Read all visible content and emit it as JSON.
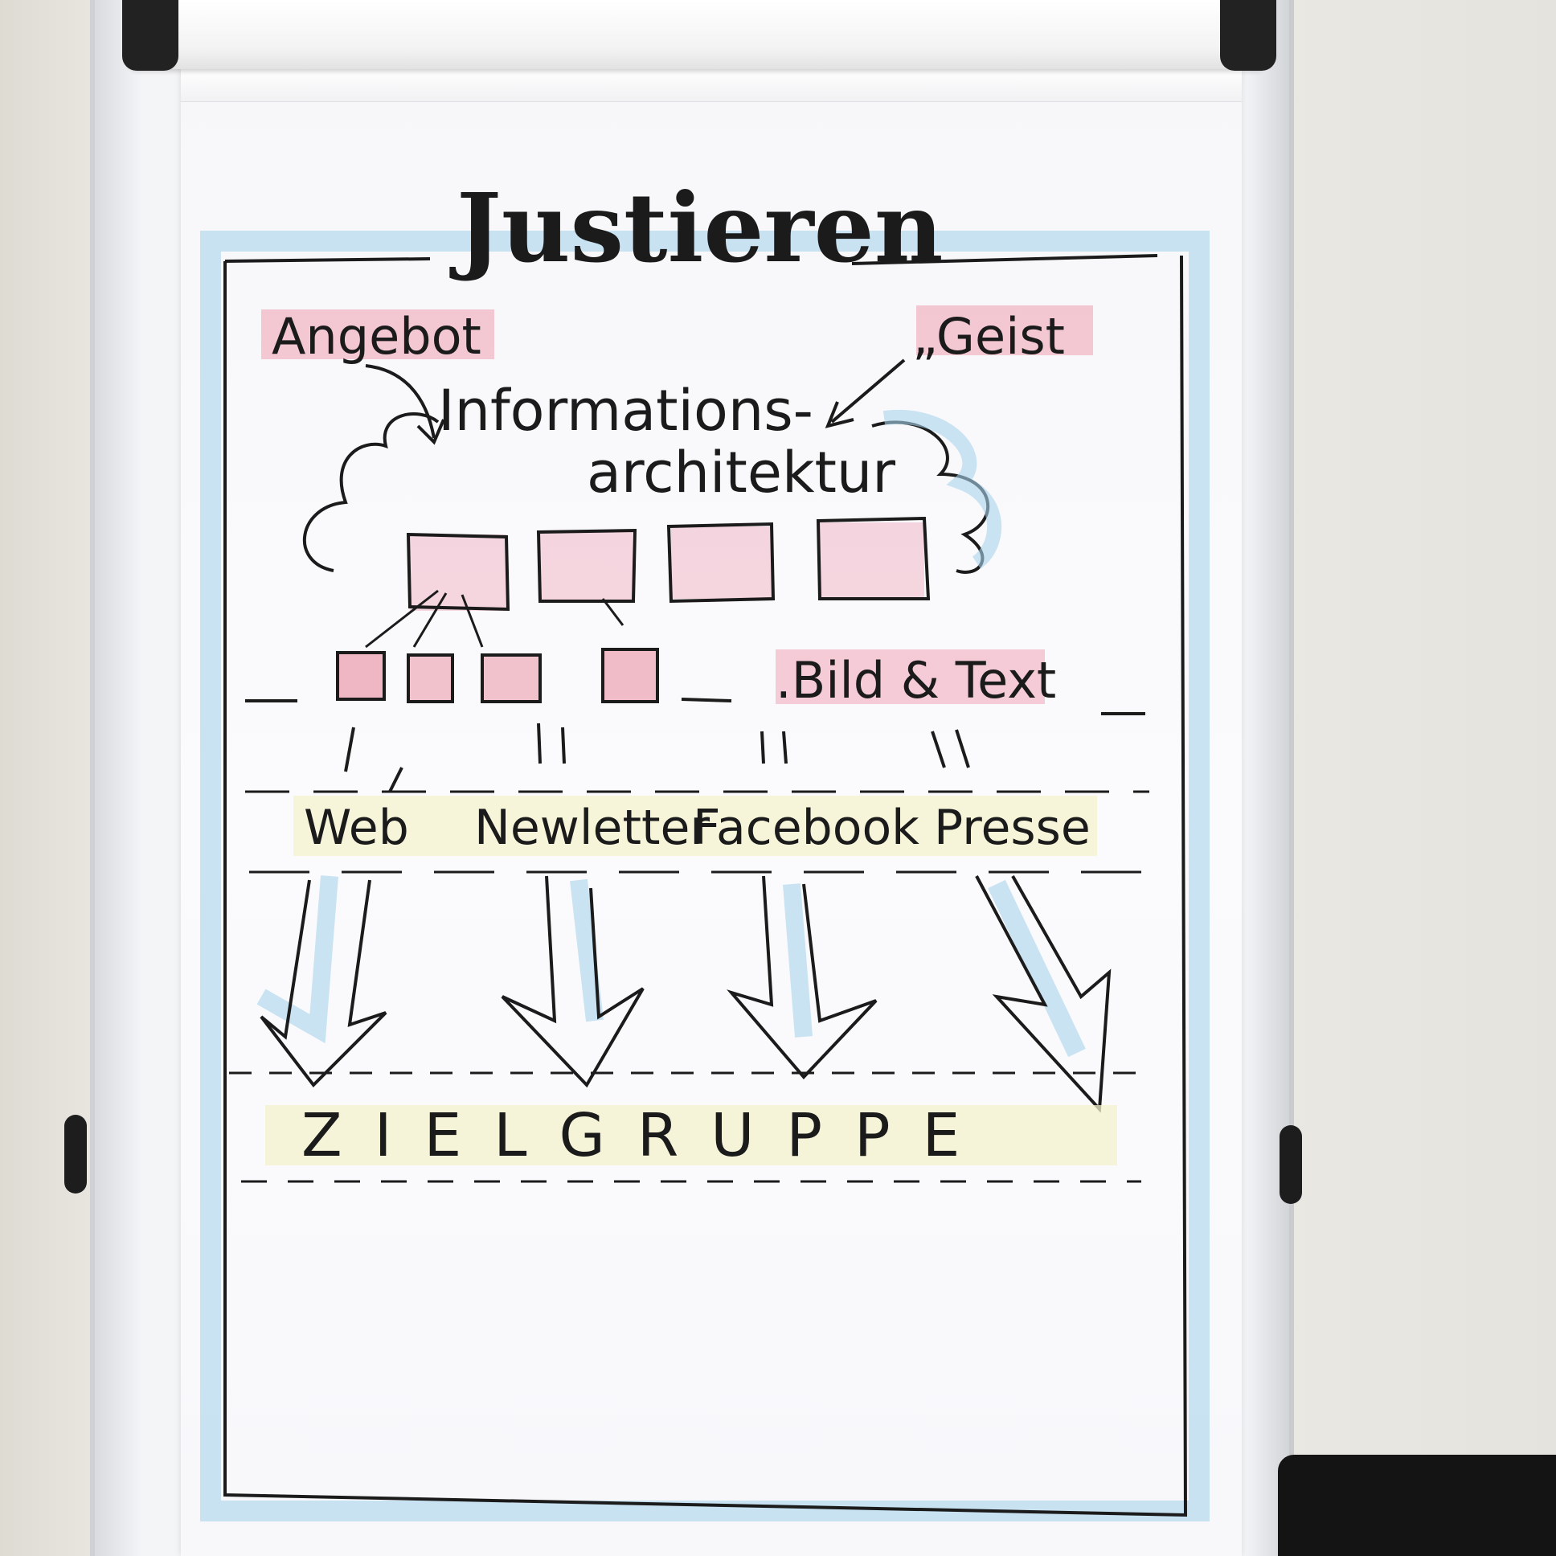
{
  "chart": {
    "title": "Justieren",
    "labels": {
      "angebot": "Angebot",
      "geist": "„Geist",
      "info_line1": "Informations-",
      "info_line2": "architektur",
      "bild_text": ".Bild & Text"
    },
    "channels": [
      "Web",
      "Newletter",
      "Facebook",
      "Presse"
    ],
    "target": "ZIELGRUPPE"
  },
  "colors": {
    "ink": "#1b1b1b",
    "pink_highlight": "#f1b7c4",
    "blue_highlight": "#a9d3ec",
    "yellow_highlight": "#f4f2cc"
  }
}
